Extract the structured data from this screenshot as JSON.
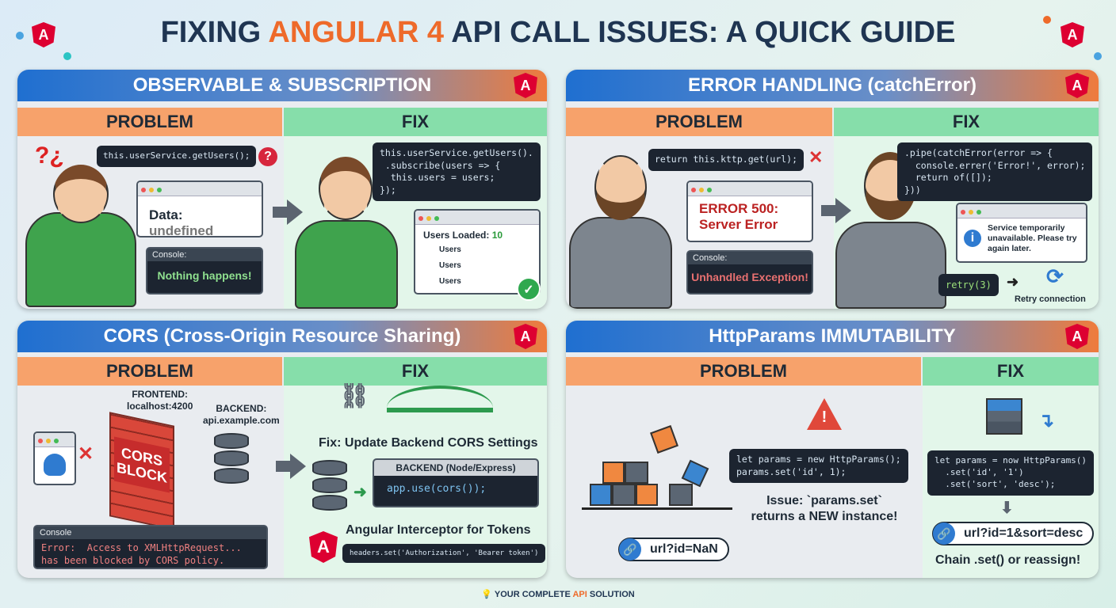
{
  "title": {
    "prefix": "FIXING ",
    "accent": "ANGULAR 4",
    "suffix": " API CALL ISSUES: A QUICK GUIDE"
  },
  "labels": {
    "problem": "PROBLEM",
    "fix": "FIX"
  },
  "angular_logo": "A",
  "panel1": {
    "heading": "OBSERVABLE & SUBSCRIPTION",
    "problem_code": "this.userService.getUsers();",
    "data_label": "Data:",
    "data_value": "undefined",
    "console_label": "Console:",
    "console_msg": "Nothing happens!",
    "fix_code": "this.userService.getUsers().\n .subscribe(users => {\n  this.users = users;\n});",
    "loaded_label": "Users Loaded:",
    "loaded_count": "10",
    "users": [
      "Users",
      "Users",
      "Users"
    ]
  },
  "panel2": {
    "heading": "ERROR HANDLING (catchError)",
    "problem_code": "return this.kttp.get(url);",
    "error_title": "ERROR 500:",
    "error_sub": "Server Error",
    "console_label": "Console:",
    "console_msg": "Unhandled Exception!",
    "fix_code": ".pipe(catchError(error => {\n  console.errer('Error!', error);\n  return of([]);\n}))",
    "info_msg": "Service temporarily unavailable. Please try again later.",
    "retry_code": "retry(3)",
    "retry_label": "Retry connection"
  },
  "panel3": {
    "heading": "CORS (Cross-Origin Resource Sharing)",
    "frontend_label": "FRONTEND:",
    "frontend_host": "localhost:4200",
    "backend_label": "BACKEND:",
    "backend_host": "api.example.com",
    "wall_text": "CORS BLOCK",
    "console_label": "Console",
    "console_msg": "Error:  Access to XMLHttpRequest...\nhas been blocked by CORS policy.",
    "fix_title": "Fix: Update Backend CORS Settings",
    "backend_box_title": "BACKEND (Node/Express)",
    "backend_code": "app.use(cors());",
    "interceptor_title": "Angular Interceptor for Tokens",
    "interceptor_code": "headers.set('Authorization', 'Bearer token')"
  },
  "panel4": {
    "heading": "HttpParams IMMUTABILITY",
    "problem_url": "url?id=NaN",
    "problem_code": "let params = new HttpParams();\nparams.set('id', 1);",
    "issue_text": "Issue: `params.set` returns a NEW instance!",
    "fix_code": "let params = now HttpParams()\n  .set('id', '1')\n  .set('sort', 'desc');",
    "fix_url": "url?id=1&sort=desc",
    "fix_note": "Chain .set() or reassign!"
  },
  "footer": {
    "prefix": "YOUR COMPLETE ",
    "accent": "API",
    "suffix": " SOLUTION"
  },
  "colors": {
    "problem": "#f7a26b",
    "fix": "#86deaa",
    "angular": "#dd0031",
    "accent": "#ee6a2a",
    "navy": "#1f3552"
  }
}
